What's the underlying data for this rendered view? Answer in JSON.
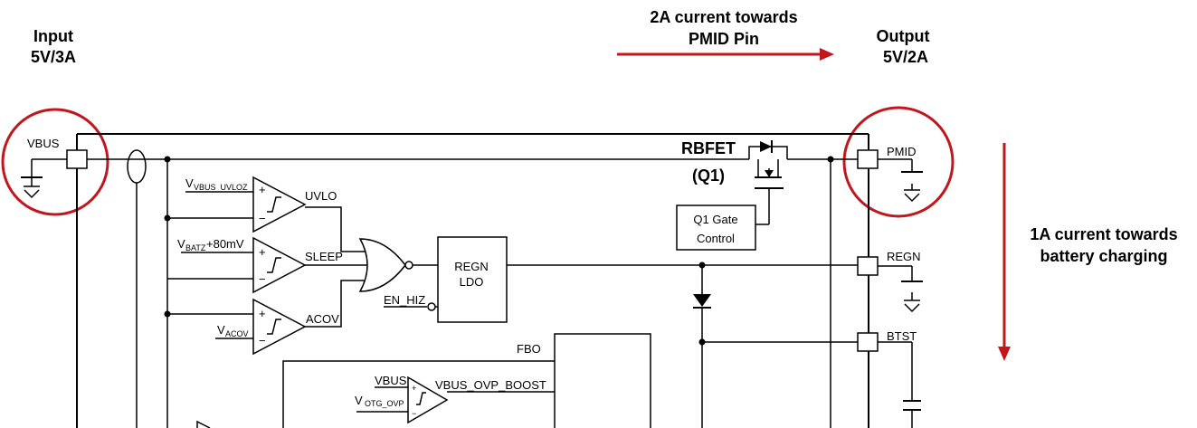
{
  "annotations": {
    "input_line1": "Input",
    "input_line2": "5V/3A",
    "output_line1": "Output",
    "output_line2": "5V/2A",
    "pmid_current_line1": "2A current towards",
    "pmid_current_line2": "PMID Pin",
    "battery_current_line1": "1A current towards",
    "battery_current_line2": "battery charging"
  },
  "pins": {
    "vbus": "VBUS",
    "pmid": "PMID",
    "regn": "REGN",
    "btst": "BTST"
  },
  "blocks": {
    "rbfet_line1": "RBFET",
    "rbfet_line2": "(Q1)",
    "q1_gate_line1": "Q1 Gate",
    "q1_gate_line2": "Control",
    "regn_ldo_line1": "REGN",
    "regn_ldo_line2": "LDO"
  },
  "signals": {
    "vvbus_uvloz_main": "V",
    "vvbus_uvloz_sub": "VBUS_UVLOZ",
    "uvlo": "UVLO",
    "vbatz_main": "V",
    "vbatz_sub": "BATZ",
    "vbatz_suffix": " +80mV",
    "sleep": "SLEEP",
    "vacov_main": "V",
    "vacov_sub": "ACOV",
    "acov": "ACOV",
    "en_hiz": "EN_HIZ",
    "fbo": "FBO",
    "vbus_comp": "VBUS",
    "votg_ovp_main": "V",
    "votg_ovp_sub": "OTG_OVP",
    "vbus_ovp_boost": "VBUS_OVP_BOOST"
  },
  "colors": {
    "accent_red": "#c0161c",
    "line": "#000000"
  }
}
